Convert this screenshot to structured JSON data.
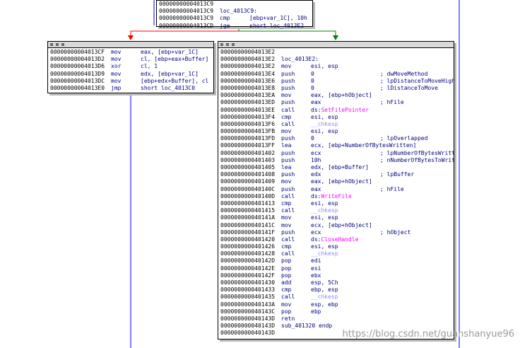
{
  "top_node": {
    "lines": [
      {
        "addr": "00000000004013C9",
        "mn": "",
        "ops": "",
        "cm": ""
      },
      {
        "addr": "00000000004013C9",
        "label": "loc_4013C9:"
      },
      {
        "addr": "00000000004013C9",
        "mn": "cmp",
        "ops": "[ebp+var_1C], 10h",
        "cm": ""
      },
      {
        "addr": "00000000004013CD",
        "mn": "jge",
        "ops": "short loc_4013E2",
        "cm": ""
      }
    ]
  },
  "left_node": {
    "lines": [
      {
        "addr": "00000000004013CF",
        "mn": "mov",
        "ops": "eax, [ebp+var_1C]",
        "cm": ""
      },
      {
        "addr": "00000000004013D2",
        "mn": "mov",
        "ops": "cl, [ebp+eax+Buffer]",
        "cm": ""
      },
      {
        "addr": "00000000004013D6",
        "mn": "xor",
        "ops": "cl, 1",
        "cm": ""
      },
      {
        "addr": "00000000004013D9",
        "mn": "mov",
        "ops": "edx, [ebp+var_1C]",
        "cm": ""
      },
      {
        "addr": "00000000004013DC",
        "mn": "mov",
        "ops": "[ebp+edx+Buffer], cl",
        "cm": ""
      },
      {
        "addr": "00000000004013E0",
        "mn": "jmp",
        "ops": "short loc_4013C0",
        "cm": ""
      }
    ]
  },
  "right_node": {
    "lines": [
      {
        "addr": "00000000004013E2",
        "mn": "",
        "ops": "",
        "cm": ""
      },
      {
        "addr": "00000000004013E2",
        "label": "loc_4013E2:"
      },
      {
        "addr": "00000000004013E2",
        "mn": "mov",
        "ops": "esi, esp",
        "cm": ""
      },
      {
        "addr": "00000000004013E4",
        "mn": "push",
        "ops": "0",
        "cm": "; dwMoveMethod"
      },
      {
        "addr": "00000000004013E6",
        "mn": "push",
        "ops": "0",
        "cm": "; lpDistanceToMoveHigh"
      },
      {
        "addr": "00000000004013E8",
        "mn": "push",
        "ops": "0",
        "cm": "; lDistanceToMove"
      },
      {
        "addr": "00000000004013EA",
        "mn": "mov",
        "ops": "eax, [ebp+hObject]",
        "cm": ""
      },
      {
        "addr": "00000000004013ED",
        "mn": "push",
        "ops": "eax",
        "cm": "; hFile"
      },
      {
        "addr": "00000000004013EE",
        "mn": "call",
        "ops": "ds:",
        "sym": "SetFilePointer",
        "cm": ""
      },
      {
        "addr": "00000000004013F4",
        "mn": "cmp",
        "ops": "esi, esp",
        "cm": ""
      },
      {
        "addr": "00000000004013F6",
        "mn": "call",
        "ops": "",
        "gray": "__chkesp",
        "cm": ""
      },
      {
        "addr": "00000000004013FB",
        "mn": "mov",
        "ops": "esi, esp",
        "cm": ""
      },
      {
        "addr": "00000000004013FD",
        "mn": "push",
        "ops": "0",
        "cm": "; lpOverlapped"
      },
      {
        "addr": "00000000004013FF",
        "mn": "lea",
        "ops": "ecx, [ebp+NumberOfBytesWritten]",
        "cm": ""
      },
      {
        "addr": "0000000000401402",
        "mn": "push",
        "ops": "ecx",
        "cm": "; lpNumberOfBytesWritten"
      },
      {
        "addr": "0000000000401403",
        "mn": "push",
        "ops": "10h",
        "cm": "; nNumberOfBytesToWrite"
      },
      {
        "addr": "0000000000401405",
        "mn": "lea",
        "ops": "edx, [ebp+Buffer]",
        "cm": ""
      },
      {
        "addr": "0000000000401408",
        "mn": "push",
        "ops": "edx",
        "cm": "; lpBuffer"
      },
      {
        "addr": "0000000000401409",
        "mn": "mov",
        "ops": "eax, [ebp+hObject]",
        "cm": ""
      },
      {
        "addr": "000000000040140C",
        "mn": "push",
        "ops": "eax",
        "cm": "; hFile"
      },
      {
        "addr": "000000000040140D",
        "mn": "call",
        "ops": "ds:",
        "sym": "WriteFile",
        "cm": ""
      },
      {
        "addr": "0000000000401413",
        "mn": "cmp",
        "ops": "esi, esp",
        "cm": ""
      },
      {
        "addr": "0000000000401415",
        "mn": "call",
        "ops": "",
        "gray": "__chkesp",
        "cm": ""
      },
      {
        "addr": "000000000040141A",
        "mn": "mov",
        "ops": "esi, esp",
        "cm": ""
      },
      {
        "addr": "000000000040141C",
        "mn": "mov",
        "ops": "ecx, [ebp+hObject]",
        "cm": ""
      },
      {
        "addr": "000000000040141F",
        "mn": "push",
        "ops": "ecx",
        "cm": "; hObject"
      },
      {
        "addr": "0000000000401420",
        "mn": "call",
        "ops": "ds:",
        "sym": "CloseHandle",
        "cm": ""
      },
      {
        "addr": "0000000000401426",
        "mn": "cmp",
        "ops": "esi, esp",
        "cm": ""
      },
      {
        "addr": "0000000000401428",
        "mn": "call",
        "ops": "",
        "gray": "__chkesp",
        "cm": ""
      },
      {
        "addr": "000000000040142D",
        "mn": "pop",
        "ops": "edi",
        "cm": ""
      },
      {
        "addr": "000000000040142E",
        "mn": "pop",
        "ops": "esi",
        "cm": ""
      },
      {
        "addr": "000000000040142F",
        "mn": "pop",
        "ops": "ebx",
        "cm": ""
      },
      {
        "addr": "0000000000401430",
        "mn": "add",
        "ops": "esp, 5Ch",
        "cm": ""
      },
      {
        "addr": "0000000000401433",
        "mn": "cmp",
        "ops": "ebp, esp",
        "cm": ""
      },
      {
        "addr": "0000000000401435",
        "mn": "call",
        "ops": "",
        "gray": "__chkesp",
        "cm": ""
      },
      {
        "addr": "000000000040143A",
        "mn": "mov",
        "ops": "esp, ebp",
        "cm": ""
      },
      {
        "addr": "000000000040143C",
        "mn": "pop",
        "ops": "ebp",
        "cm": ""
      },
      {
        "addr": "000000000040143D",
        "mn": "retn",
        "ops": "",
        "cm": ""
      },
      {
        "addr": "000000000040143D",
        "label": "sub_401320 endp"
      },
      {
        "addr": "000000000040143D",
        "mn": "",
        "ops": "",
        "cm": ""
      }
    ]
  },
  "watermark": "https://blog.csdn.net/guanshanyue96",
  "colors": {
    "edge_false": "#ff0000",
    "edge_true": "#008000",
    "edge_flow": "#0000ff",
    "symbol": "#ff00ff"
  }
}
